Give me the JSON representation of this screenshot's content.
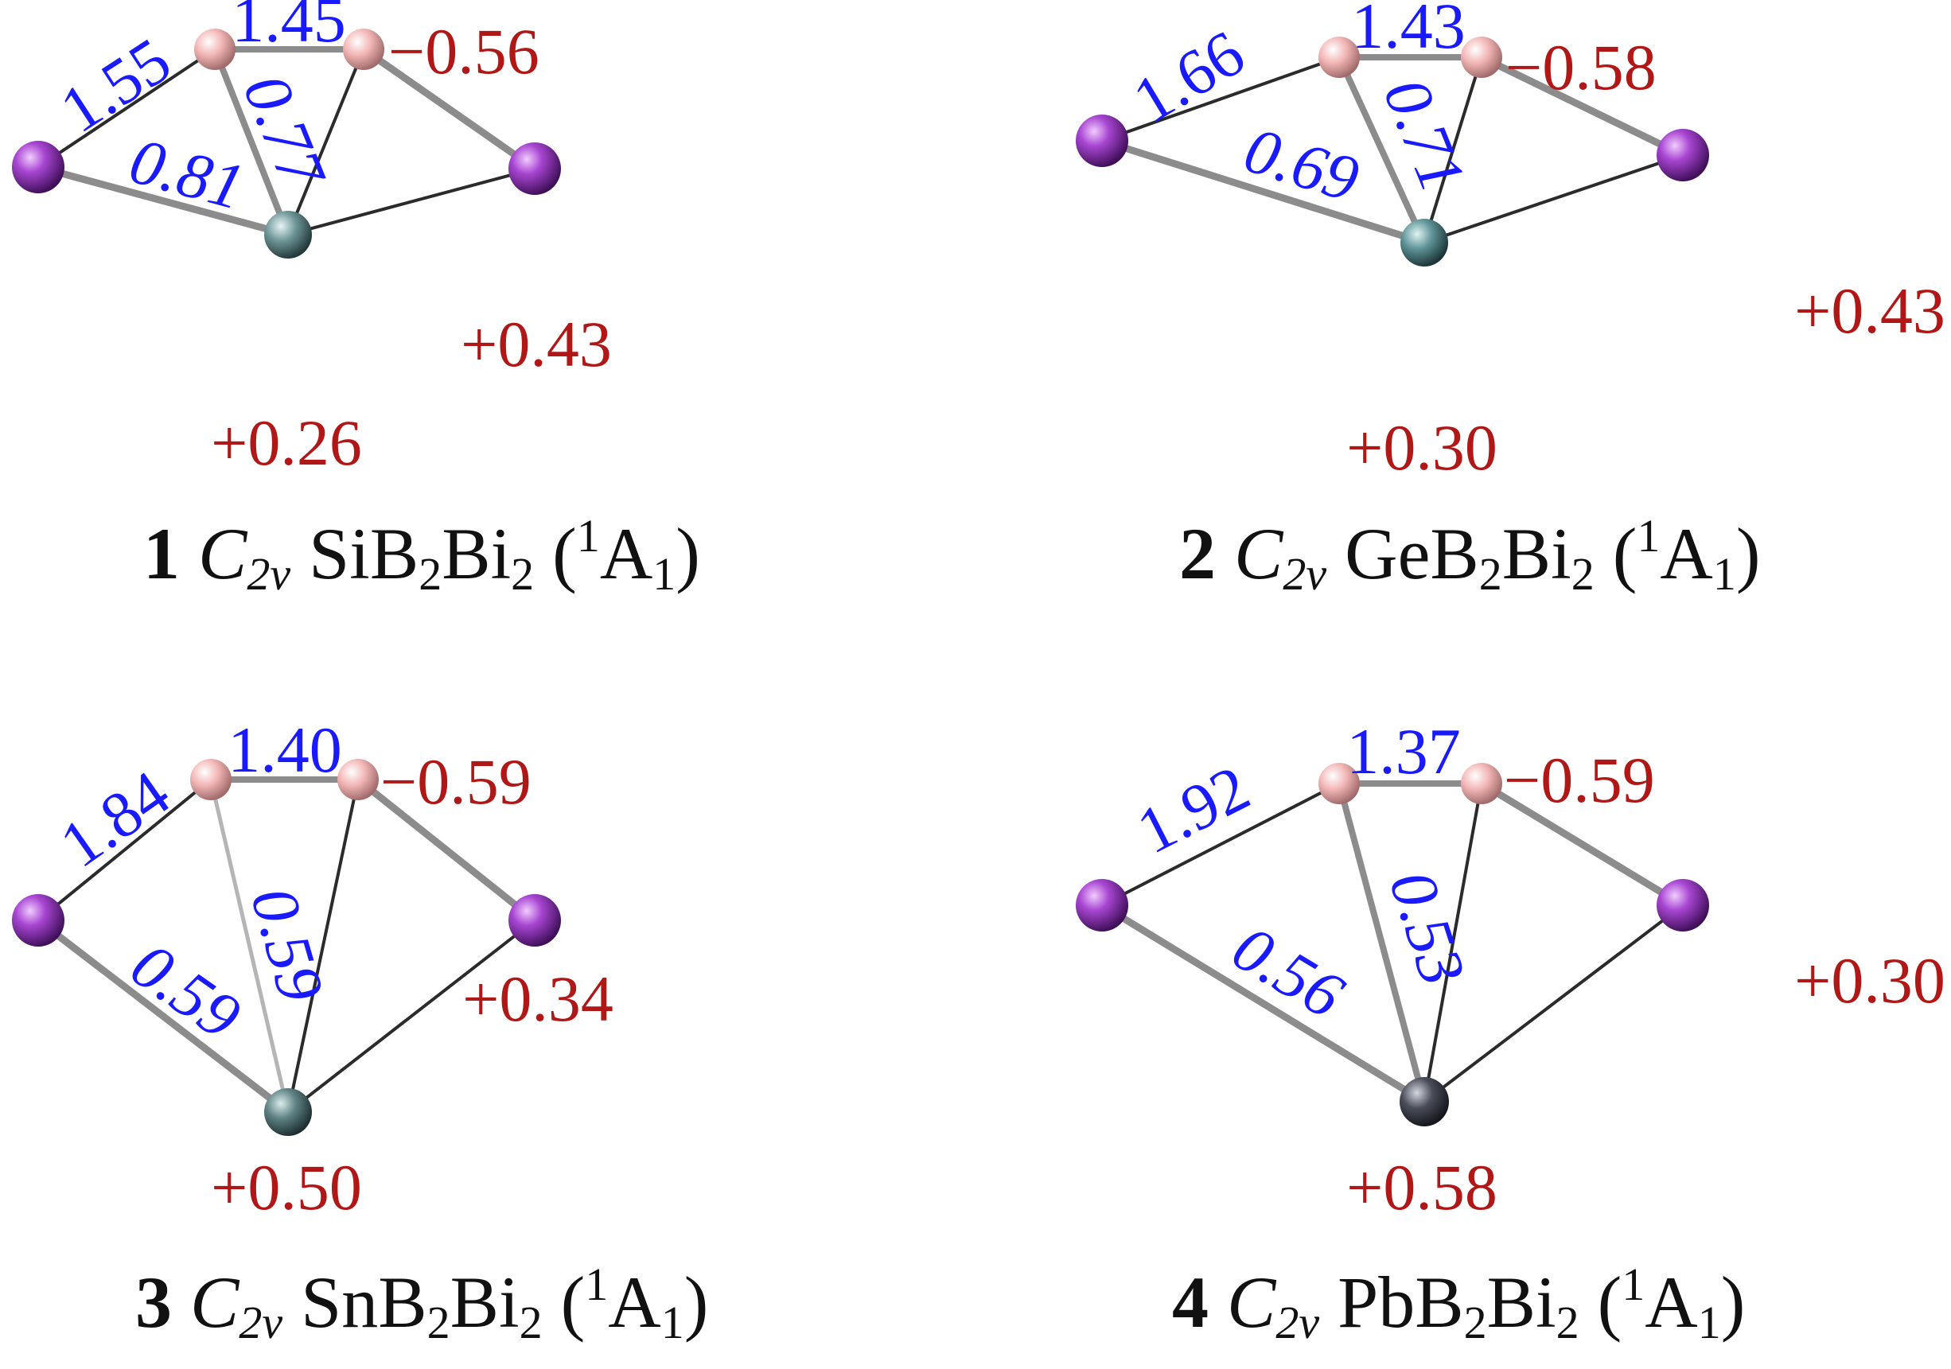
{
  "colors": {
    "bond_order": "#1a1aff",
    "charge": "#b01717",
    "boron": "#f4b8b8",
    "bismuth": "#9a38c4",
    "Si": "#6e9698",
    "Ge": "#5f9498",
    "Sn": "#5f8284",
    "Pb": "#4a4d58"
  },
  "panels": [
    {
      "id": "1",
      "caption": {
        "num": "1",
        "symmetry": "C",
        "symmetry_sub": "2v",
        "formula_el": "Si",
        "state": "A",
        "state_sup": "1",
        "state_sub": "1"
      },
      "center_atom": "Si",
      "bond_orders": {
        "bi_b": "1.55",
        "b_b": "1.45",
        "b_m": "0.77",
        "bi_m": "0.81"
      },
      "charges": {
        "b": "−0.56",
        "bi": "+0.43",
        "m": "+0.26"
      }
    },
    {
      "id": "2",
      "caption": {
        "num": "2",
        "symmetry": "C",
        "symmetry_sub": "2v",
        "formula_el": "Ge",
        "state": "A",
        "state_sup": "1",
        "state_sub": "1"
      },
      "center_atom": "Ge",
      "bond_orders": {
        "bi_b": "1.66",
        "b_b": "1.43",
        "b_m": "0.71",
        "bi_m": "0.69"
      },
      "charges": {
        "b": "−0.58",
        "bi": "+0.43",
        "m": "+0.30"
      }
    },
    {
      "id": "3",
      "caption": {
        "num": "3",
        "symmetry": "C",
        "symmetry_sub": "2v",
        "formula_el": "Sn",
        "state": "A",
        "state_sup": "1",
        "state_sub": "1"
      },
      "center_atom": "Sn",
      "bond_orders": {
        "bi_b": "1.84",
        "b_b": "1.40",
        "b_m": "0.59",
        "bi_m": "0.59"
      },
      "charges": {
        "b": "−0.59",
        "bi": "+0.34",
        "m": "+0.50"
      }
    },
    {
      "id": "4",
      "caption": {
        "num": "4",
        "symmetry": "C",
        "symmetry_sub": "2v",
        "formula_el": "Pb",
        "state": "A",
        "state_sup": "1",
        "state_sub": "1"
      },
      "center_atom": "Pb",
      "bond_orders": {
        "bi_b": "1.92",
        "b_b": "1.37",
        "b_m": "0.53",
        "bi_m": "0.56"
      },
      "charges": {
        "b": "−0.59",
        "bi": "+0.30",
        "m": "+0.58"
      }
    }
  ]
}
